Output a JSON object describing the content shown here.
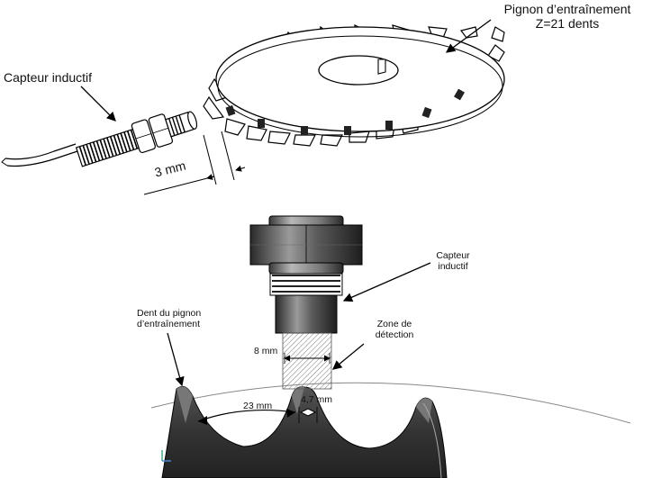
{
  "top": {
    "sprocket_label_line1": "Pignon d’entraînement",
    "sprocket_label_line2": "Z=21 dents",
    "sensor_label": "Capteur inductif",
    "gap_label": "3 mm"
  },
  "bottom": {
    "sensor_label_line1": "Capteur",
    "sensor_label_line2": "inductif",
    "zone_label_line1": "Zone de",
    "zone_label_line2": "détection",
    "tooth_label_line1": "Dent du pignon",
    "tooth_label_line2": "d’entraînement",
    "width_label": "8 mm",
    "pitch_label": "23 mm",
    "tooth_width_label": "4,7 mm"
  }
}
